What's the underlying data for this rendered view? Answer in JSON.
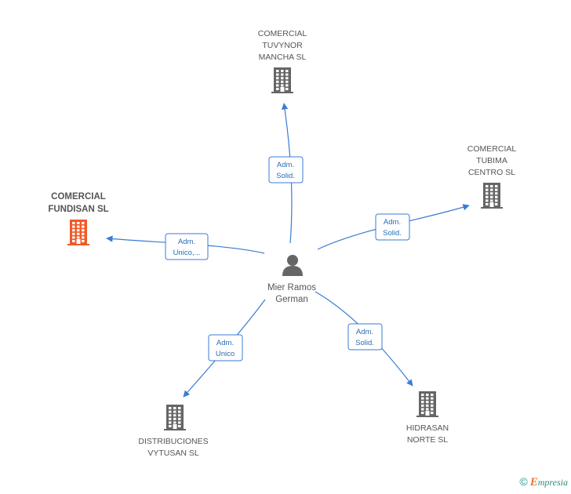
{
  "person": {
    "lines": [
      "Mier Ramos",
      "German"
    ]
  },
  "companies": [
    {
      "id": "tuvynor",
      "lines": [
        "COMERCIAL",
        "TUVYNOR",
        "MANCHA SL"
      ],
      "highlight": false,
      "color": "#666666"
    },
    {
      "id": "tubima",
      "lines": [
        "COMERCIAL",
        "TUBIMA",
        "CENTRO SL"
      ],
      "highlight": false,
      "color": "#666666"
    },
    {
      "id": "fundisan",
      "lines": [
        "COMERCIAL",
        "FUNDISAN SL"
      ],
      "highlight": true,
      "color": "#f05a28"
    },
    {
      "id": "vytusan",
      "lines": [
        "DISTRIBUCIONES",
        "VYTUSAN SL"
      ],
      "highlight": false,
      "color": "#666666"
    },
    {
      "id": "hidrasan",
      "lines": [
        "HIDRASAN",
        "NORTE SL"
      ],
      "highlight": false,
      "color": "#666666"
    }
  ],
  "edges": [
    {
      "to": "tuvynor",
      "lines": [
        "Adm.",
        "Solid."
      ]
    },
    {
      "to": "tubima",
      "lines": [
        "Adm.",
        "Solid."
      ]
    },
    {
      "to": "fundisan",
      "lines": [
        "Adm.",
        "Unico,..."
      ]
    },
    {
      "to": "vytusan",
      "lines": [
        "Adm.",
        "Unico"
      ]
    },
    {
      "to": "hidrasan",
      "lines": [
        "Adm.",
        "Solid."
      ]
    }
  ],
  "copyright": {
    "symbol": "©",
    "brand_initial": "E",
    "brand_rest": "mpresia"
  },
  "colors": {
    "edge": "#3a7bd5",
    "node": "#666666",
    "highlight": "#f05a28"
  }
}
